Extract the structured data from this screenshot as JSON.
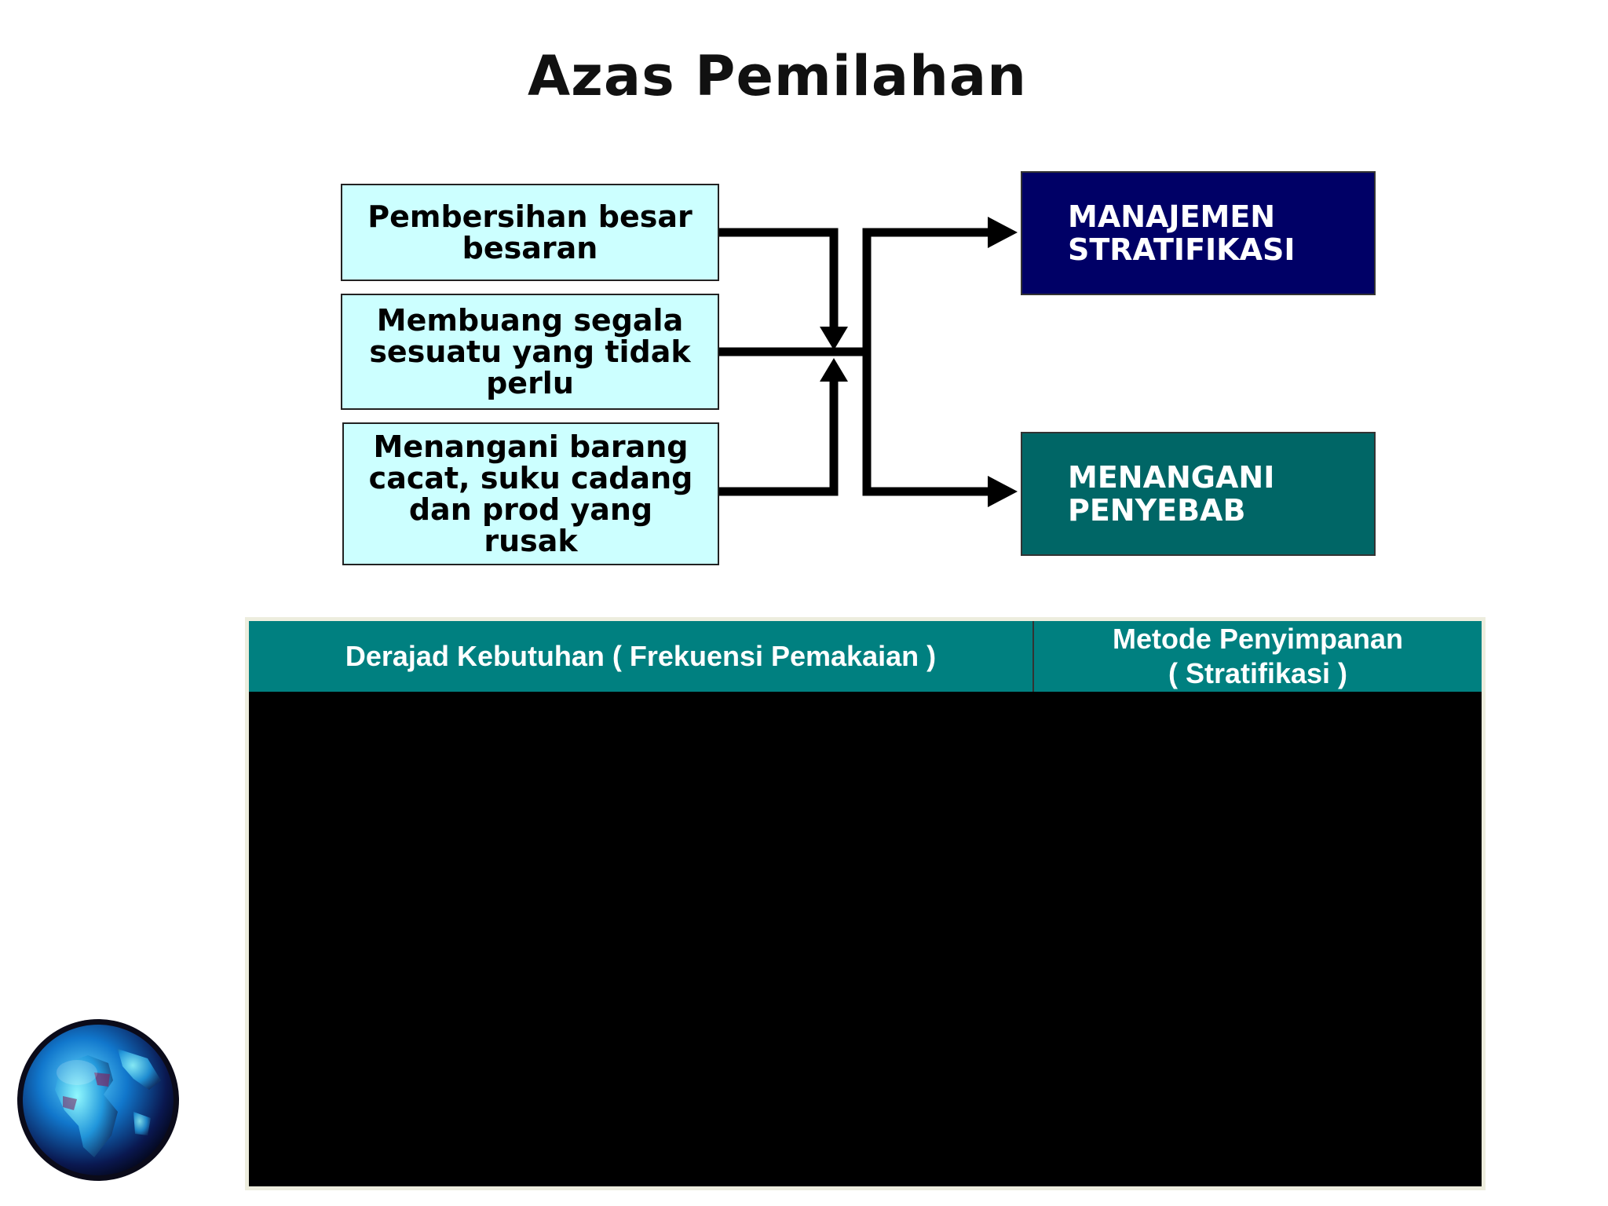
{
  "title": "Azas Pemilahan",
  "inputs": [
    {
      "label": "Pembersihan besar\nbesaran"
    },
    {
      "label": "Membuang segala\nsesuatu yang tidak\nperlu"
    },
    {
      "label": "Menangani barang\ncacat, suku cadang\ndan prod yang\nrusak"
    }
  ],
  "outputs": [
    {
      "label": "MANAJEMEN\nSTRATIFIKASI"
    },
    {
      "label": "MENANGANI\nPENYEBAB"
    }
  ],
  "table": {
    "columns": [
      "Derajad Kebutuhan ( Frekuensi Pemakaian )",
      "Metode Penyimpanan\n( Stratifikasi )"
    ]
  },
  "colors": {
    "input_fill": "#ccffff",
    "output_top": "#000066",
    "output_bottom": "#006666",
    "table_header": "#008080"
  },
  "icons": {
    "logo": "globe-icon"
  }
}
